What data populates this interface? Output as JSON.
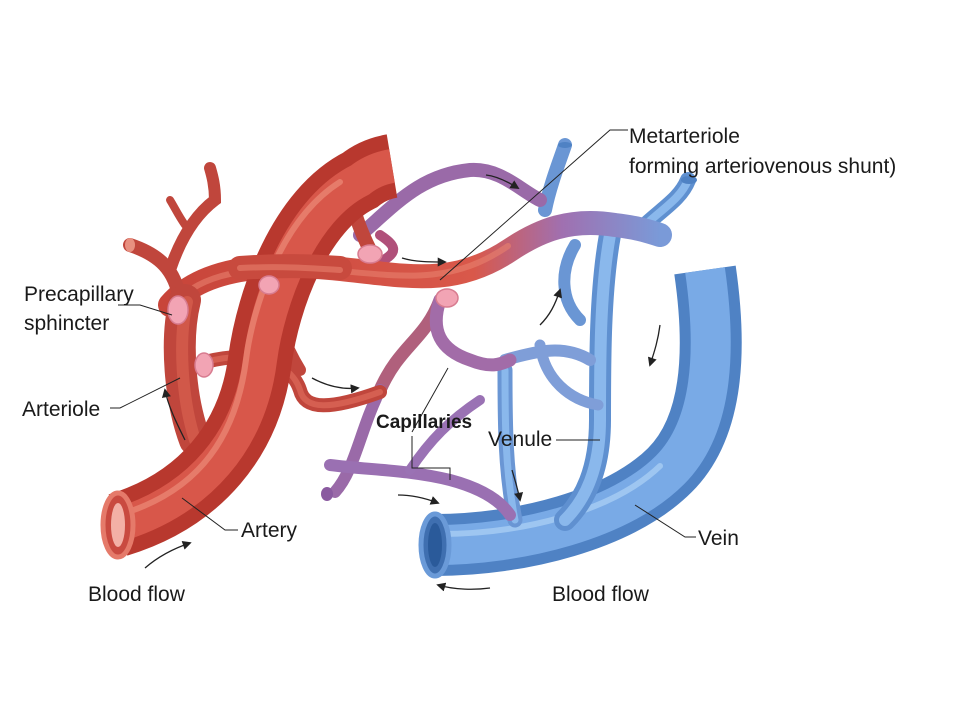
{
  "labels": {
    "metarteriole_line1": "Metarteriole",
    "metarteriole_line2": "forming arteriovenous shunt)",
    "precapillary_line1": "Precapillary",
    "precapillary_line2": "sphincter",
    "arteriole": "Arteriole",
    "capillaries": "Capillaries",
    "venule": "Venule",
    "artery": "Artery",
    "vein": "Vein",
    "blood_flow_left": "Blood flow",
    "blood_flow_right": "Blood flow"
  },
  "colors": {
    "artery": "#c8453a",
    "artery_light": "#e0685a",
    "capillary": "#9a6aa8",
    "vein": "#6a9ad8",
    "vein_light": "#8ab8ec",
    "sphincter": "#f2a4b4"
  }
}
